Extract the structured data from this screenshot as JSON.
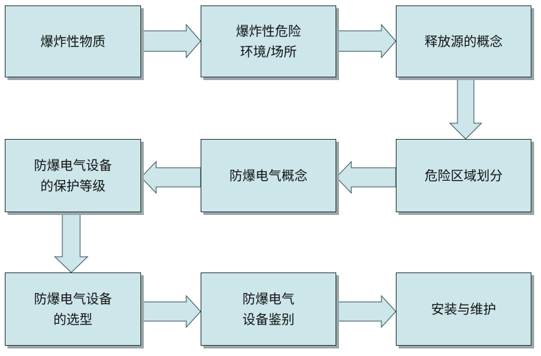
{
  "colors": {
    "box_fill": "#cde6ea",
    "box_border": "#1f2f33",
    "shadow": "#9aa6a8",
    "arrow_fill": "#cde6ea",
    "arrow_stroke": "#2f4f55"
  },
  "nodes": {
    "explosive_substance": {
      "lines": [
        "爆炸性物质"
      ]
    },
    "hazardous_environment": {
      "lines": [
        "爆炸性危险",
        "环境/场所"
      ]
    },
    "release_source": {
      "lines": [
        "释放源的概念"
      ]
    },
    "hazard_zoning": {
      "lines": [
        "危险区域划分"
      ]
    },
    "ex_concept": {
      "lines": [
        "防爆电气概念"
      ]
    },
    "protection_level": {
      "lines": [
        "防爆电气设备",
        "的保护等级"
      ]
    },
    "selection": {
      "lines": [
        "防爆电气设备",
        "的选型"
      ]
    },
    "identification": {
      "lines": [
        "防爆电气",
        "设备鉴别"
      ]
    },
    "installation": {
      "lines": [
        "安装与维护"
      ]
    }
  },
  "flow": [
    [
      "explosive_substance",
      "hazardous_environment"
    ],
    [
      "hazardous_environment",
      "release_source"
    ],
    [
      "release_source",
      "hazard_zoning"
    ],
    [
      "hazard_zoning",
      "ex_concept"
    ],
    [
      "ex_concept",
      "protection_level"
    ],
    [
      "protection_level",
      "selection"
    ],
    [
      "selection",
      "identification"
    ],
    [
      "identification",
      "installation"
    ]
  ]
}
